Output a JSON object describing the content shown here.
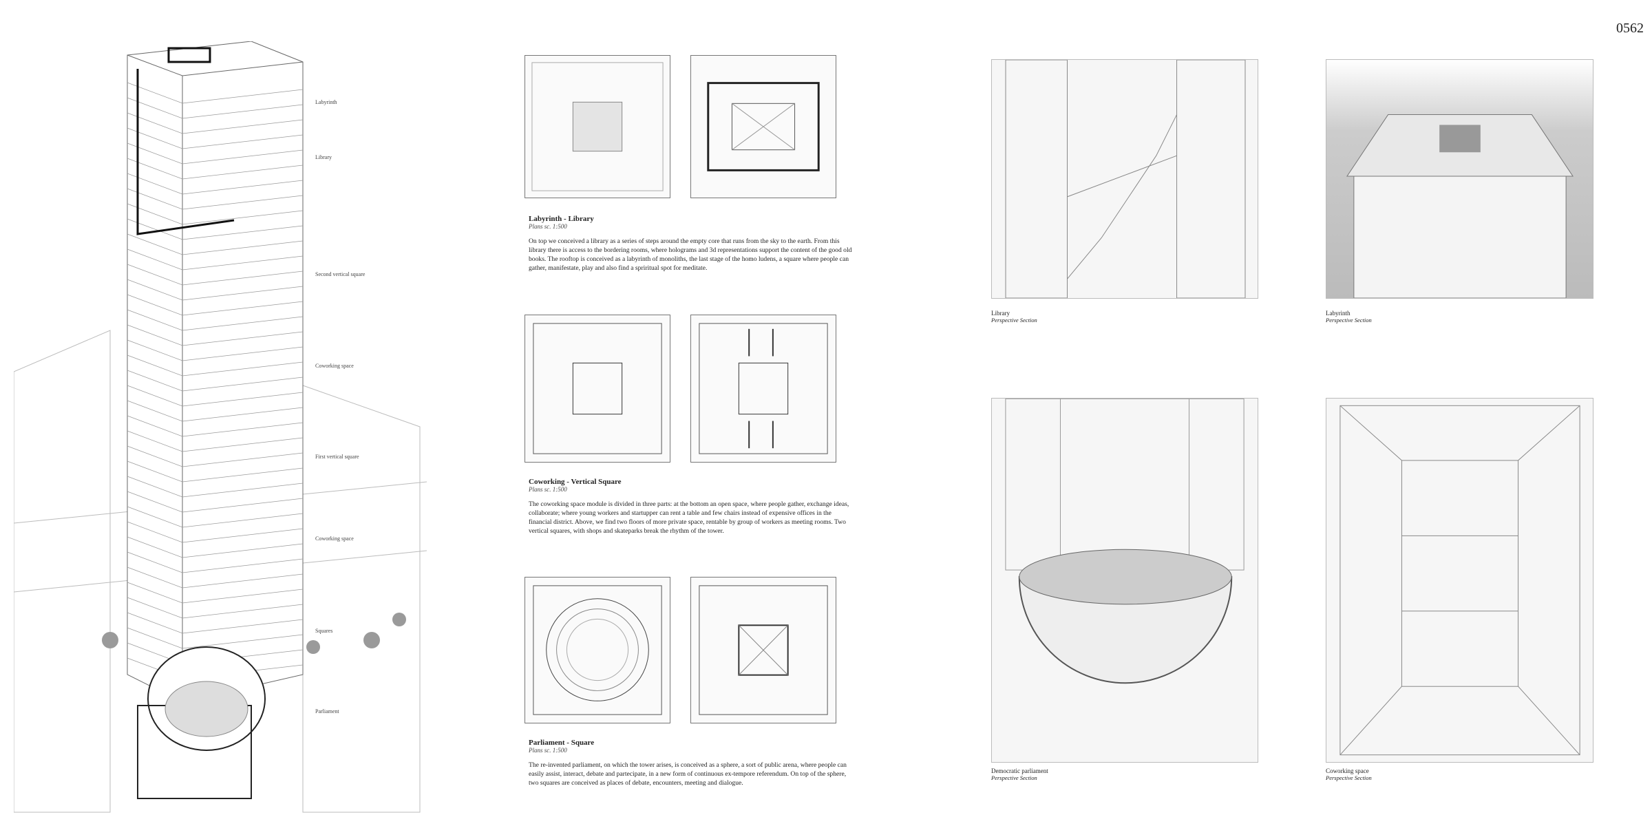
{
  "page_number": "0562",
  "tower_labels": [
    "Labyrinth",
    "Library",
    "Second vertical square",
    "Coworking space",
    "First vertical square",
    "Coworking space",
    "Squares",
    "Parliament"
  ],
  "sections": [
    {
      "title": "Labyrinth - Library",
      "scale": "Plans sc. 1:500",
      "body": "On top we conceived a library as a series of steps around the empty core that runs from the sky to the earth. From this library there is access to the bordering rooms, where holograms and 3d representations support the content of the good old books. The rooftop is conceived as a labyrinth of monoliths, the last stage of the homo ludens, a square where people can gather, manifestate, play and also find a spriritual spot for meditate."
    },
    {
      "title": "Coworking - Vertical Square",
      "scale": "Plans sc. 1:500",
      "body": "The coworking space module is divided in three parts: at the bottom an open space, where people gather, exchange ideas, collaborate; where young workers and startupper can rent a table and few chairs instead of expensive offices in the financial district. Above, we find two floors of more private space, rentable by group of workers as meeting rooms. Two vertical squares, with shops and skateparks break the rhythm of the tower."
    },
    {
      "title": "Parliament - Square",
      "scale": "Plans sc. 1:500",
      "body": "The re-invented parliament, on which the tower arises, is conceived as a sphere, a sort of public arena, where people can easily assist, interact, debate and partecipate, in a new form of continuous ex-tempore referendum. On top of the sphere, two squares are conceived as places of debate, encounters, meeting and dialogue."
    }
  ],
  "perspectives": [
    {
      "title": "Library",
      "subtitle": "Perspective Section"
    },
    {
      "title": "Labyrinth",
      "subtitle": "Perspective Section"
    },
    {
      "title": "Democratic parliament",
      "subtitle": "Perspective Section"
    },
    {
      "title": "Coworking space",
      "subtitle": "Perspective Section"
    }
  ]
}
